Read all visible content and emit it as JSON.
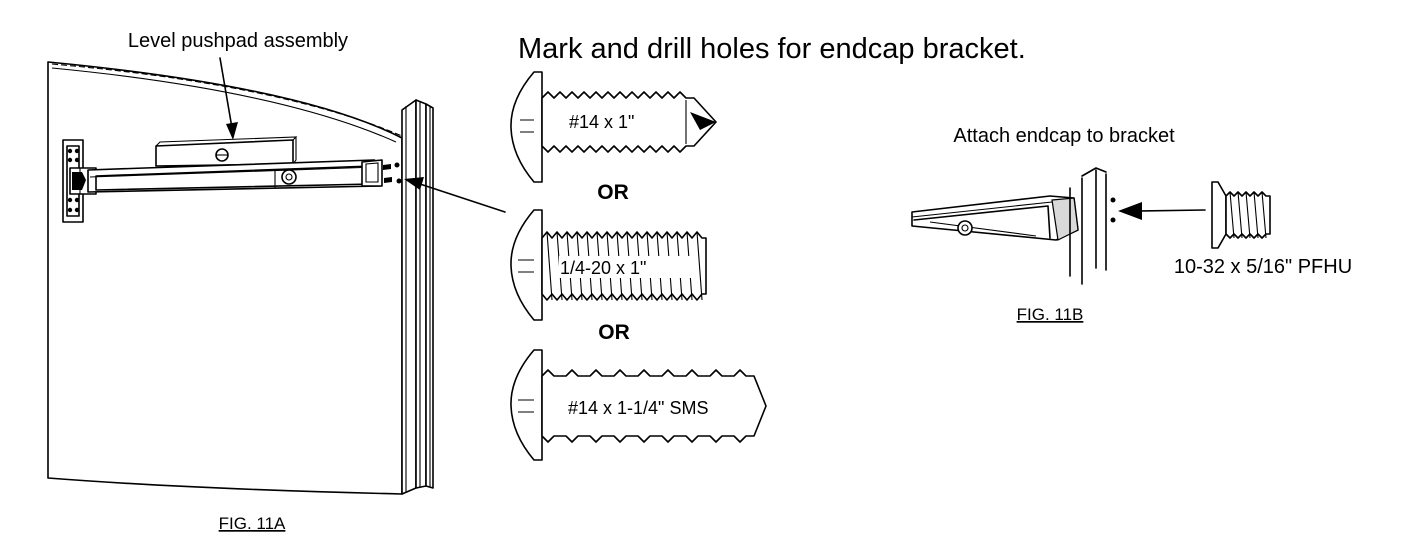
{
  "title": "Mark and drill holes for endcap bracket.",
  "fig_a": {
    "callout": "Level pushpad assembly",
    "caption": "FIG. 11A"
  },
  "fasteners": [
    {
      "label": "#14 x 1\""
    },
    {
      "label": "1/4-20 x 1\""
    },
    {
      "label": "#14 x 1-1/4\" SMS"
    }
  ],
  "or_label": "OR",
  "fig_b": {
    "callout": "Attach endcap to bracket",
    "screw_label": "10-32 x 5/16\" PFHU",
    "caption": "FIG. 11B"
  }
}
